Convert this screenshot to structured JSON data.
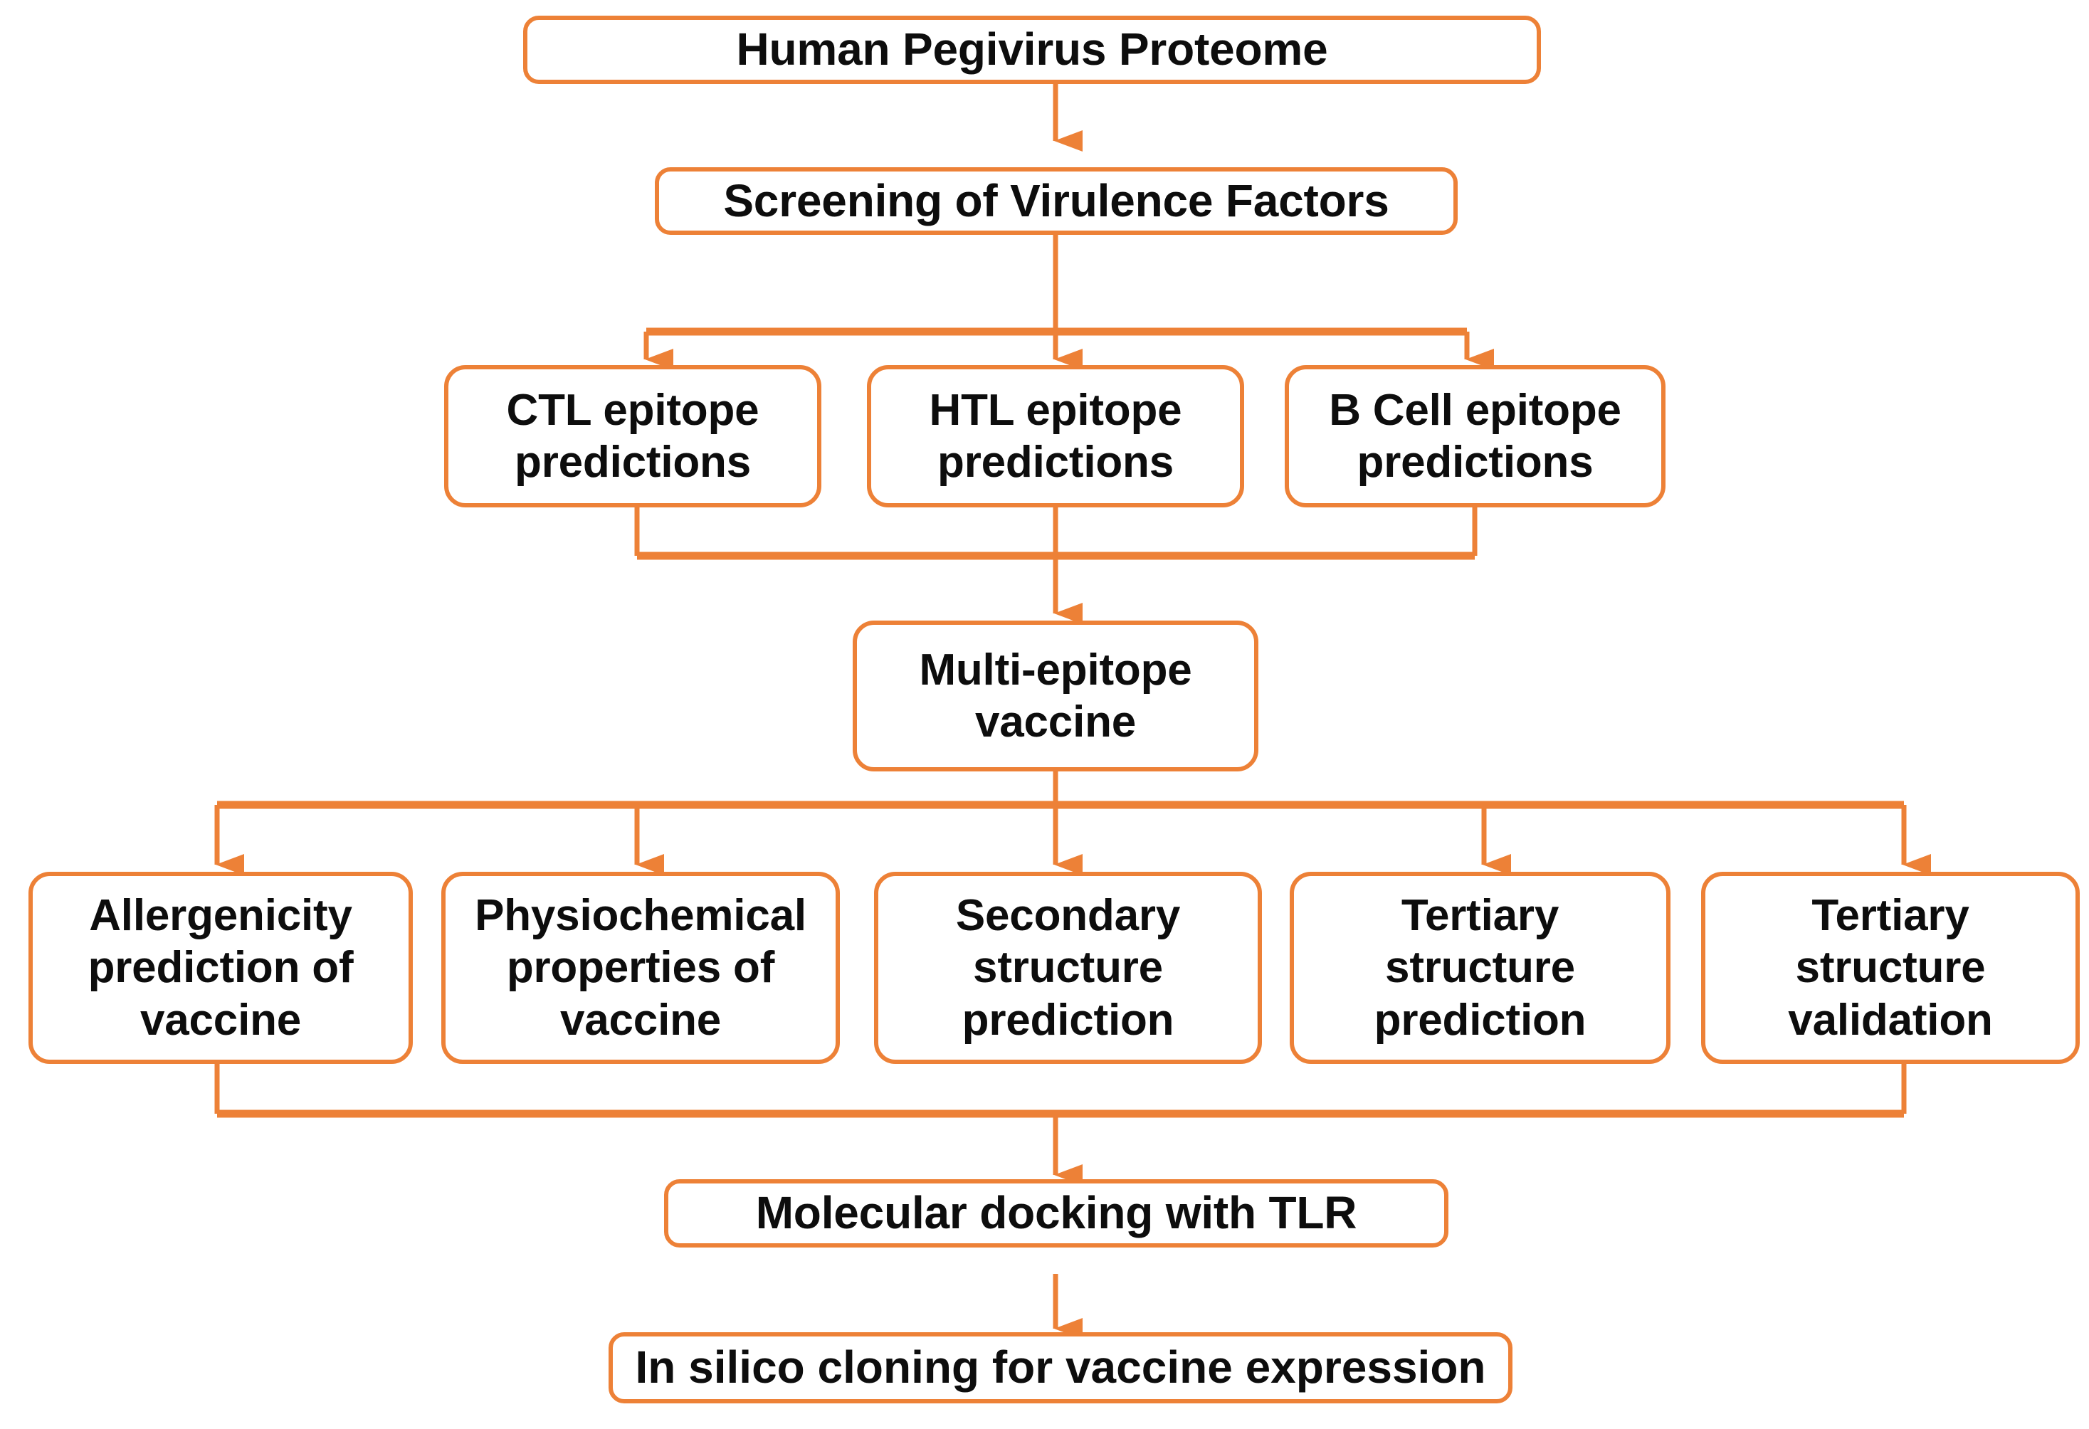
{
  "diagram": {
    "title": "Human Pegivirus multi-epitope vaccine design workflow",
    "accent_color": "#ED8137",
    "text_color": "#0D0D0D",
    "background_color": "#FFFFFF",
    "nodes": {
      "proteome": "Human Pegivirus Proteome",
      "screening": "Screening of Virulence Factors",
      "ctl": "CTL epitope\npredictions",
      "htl": "HTL epitope\npredictions",
      "bcell": "B Cell epitope\npredictions",
      "vaccine": "Multi-epitope\nvaccine",
      "allergenicity": "Allergenicity\nprediction of\nvaccine",
      "physiochemical": "Physiochemical\nproperties of\nvaccine",
      "secondary": "Secondary\nstructure\nprediction",
      "tertiary_pred": "Tertiary\nstructure\nprediction",
      "tertiary_val": "Tertiary\nstructure\nvalidation",
      "docking": "Molecular docking with TLR",
      "cloning": "In silico cloning for vaccine expression"
    },
    "edges": [
      {
        "from": "proteome",
        "to": "screening"
      },
      {
        "from": "screening",
        "to": "ctl"
      },
      {
        "from": "screening",
        "to": "htl"
      },
      {
        "from": "screening",
        "to": "bcell"
      },
      {
        "from": "ctl",
        "to": "vaccine"
      },
      {
        "from": "htl",
        "to": "vaccine"
      },
      {
        "from": "bcell",
        "to": "vaccine"
      },
      {
        "from": "vaccine",
        "to": "allergenicity"
      },
      {
        "from": "vaccine",
        "to": "physiochemical"
      },
      {
        "from": "vaccine",
        "to": "secondary"
      },
      {
        "from": "vaccine",
        "to": "tertiary_pred"
      },
      {
        "from": "vaccine",
        "to": "tertiary_val"
      },
      {
        "from": "allergenicity",
        "to": "docking"
      },
      {
        "from": "tertiary_val",
        "to": "docking"
      },
      {
        "from": "docking",
        "to": "cloning"
      }
    ]
  }
}
